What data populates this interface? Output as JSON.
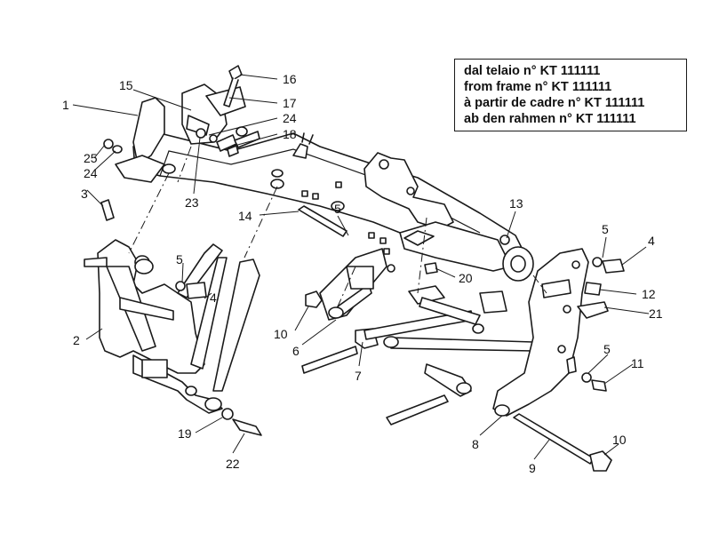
{
  "note": {
    "lines": [
      "dal telaio n° KT 111111",
      "from frame n° KT 111111",
      "à partir de cadre n° KT 111111",
      "ab den rahmen n° KT 111111"
    ]
  },
  "callouts": {
    "c1": "1",
    "c2": "2",
    "c3": "3",
    "c4a": "4",
    "c4b": "4",
    "c5a": "5",
    "c5b": "5",
    "c5c": "5",
    "c5d": "5",
    "c6": "6",
    "c7": "7",
    "c8": "8",
    "c9": "9",
    "c10a": "10",
    "c10b": "10",
    "c11": "11",
    "c12": "12",
    "c13": "13",
    "c14": "14",
    "c15": "15",
    "c16": "16",
    "c17": "17",
    "c18": "18",
    "c19": "19",
    "c20": "20",
    "c21": "21",
    "c22": "22",
    "c23": "23",
    "c24a": "24",
    "c24b": "24",
    "c25": "25"
  }
}
